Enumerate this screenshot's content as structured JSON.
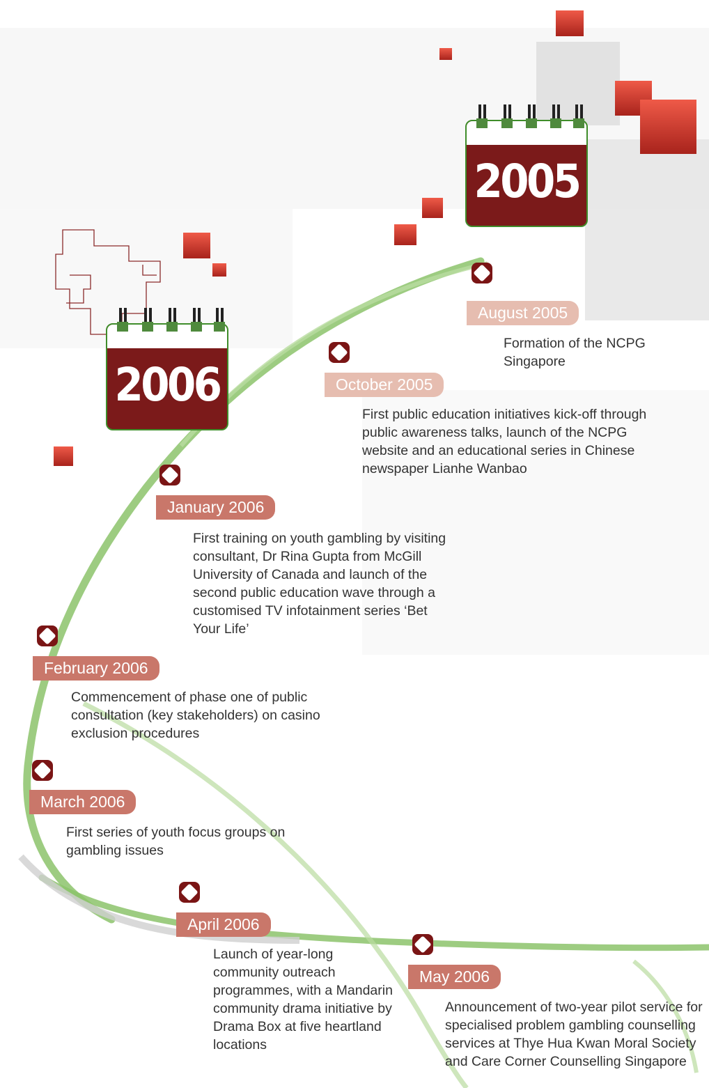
{
  "years": [
    "2005",
    "2006"
  ],
  "events": [
    {
      "date": "August 2005",
      "text": "Formation of the NCPG Singapore"
    },
    {
      "date": "October 2005",
      "text": "First public education initiatives kick-off through public awareness talks, launch of the NCPG website and an educational series in Chinese newspaper Lianhe Wanbao"
    },
    {
      "date": "January 2006",
      "text": "First training on youth gambling by visiting consultant, Dr Rina Gupta from McGill University of Canada and launch of the second public education wave through a customised TV infotainment series ‘Bet Your Life’"
    },
    {
      "date": "February 2006",
      "text": "Commencement of phase one of public consultation (key stakeholders) on casino exclusion procedures"
    },
    {
      "date": "March 2006",
      "text": "First series of youth focus groups on gambling issues"
    },
    {
      "date": "April 2006",
      "text": "Launch of year-long community outreach programmes, with a Mandarin community drama initiative by Drama Box at five heartland locations"
    },
    {
      "date": "May 2006",
      "text": "Announcement of two-year pilot service for specialised problem gambling counselling services at Thye Hua Kwan Moral Society and Care Corner Counselling Singapore"
    }
  ],
  "colors": {
    "accent": "#7a1515",
    "pill": "#c9776a",
    "pill_light": "#e6bdb0",
    "swoosh": "#8cc36b",
    "rings": "#4f8a3d"
  }
}
